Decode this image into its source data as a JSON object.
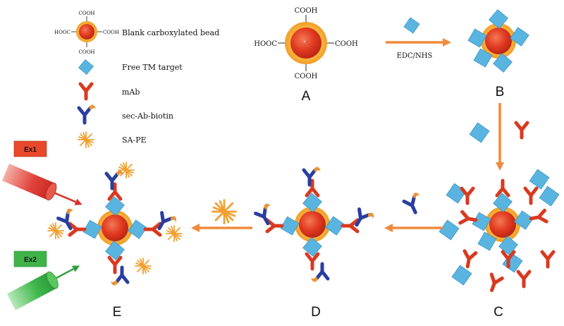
{
  "legend": {
    "bead_label": "Blank carboxylated bead",
    "target_label": "Free TM target",
    "mab_label": "mAb",
    "secab_label": "sec-Ab-biotin",
    "sape_label": "SA-PE"
  },
  "bead_groups": {
    "top": "COOH",
    "bottom": "COOH",
    "left": "HOOC",
    "right": "COOH"
  },
  "reaction": {
    "reagent": "EDC/NHS"
  },
  "stages": {
    "a": "A",
    "b": "B",
    "c": "C",
    "d": "D",
    "e": "E"
  },
  "excitation": {
    "ex1": "Ex1",
    "ex2": "Ex2"
  },
  "colors": {
    "bead_core": "#e23a22",
    "bead_ring": "#f5a623",
    "target": "#5ab4e0",
    "mab": "#d83a20",
    "secab": "#2a3ea0",
    "biotin": "#e8943a",
    "sape": "#f0a030",
    "arrow": "#f08a3c",
    "ex1_box": "#e8492a",
    "ex2_box": "#3fb34a"
  }
}
